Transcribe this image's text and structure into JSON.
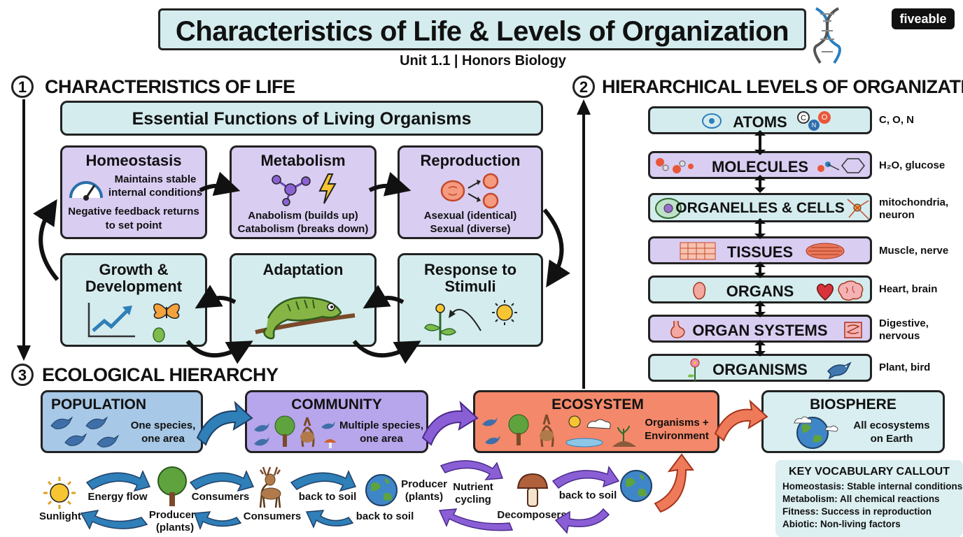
{
  "header": {
    "title": "Characteristics of Life & Levels of Organization",
    "subtitle": "Unit 1.1 | Honors Biology",
    "brand": "fiveable"
  },
  "section1": {
    "number": "1",
    "heading": "CHARACTERISTICS OF LIFE",
    "banner": "Essential Functions of Living Organisms",
    "cards": {
      "homeostasis": {
        "title": "Homeostasis",
        "line1": "Maintains stable",
        "line2": "internal conditions",
        "line3": "Negative feedback returns",
        "line4": "to set point"
      },
      "metabolism": {
        "title": "Metabolism",
        "line1": "Anabolism (builds up)",
        "line2": "Catabolism (breaks down)"
      },
      "reproduction": {
        "title": "Reproduction",
        "line1": "Asexual (identical)",
        "line2": "Sexual (diverse)"
      },
      "growth": {
        "title1": "Growth &",
        "title2": "Development"
      },
      "adaptation": {
        "title": "Adaptation"
      },
      "response": {
        "title1": "Response to",
        "title2": "Stimuli"
      }
    }
  },
  "section2": {
    "number": "2",
    "heading": "HIERARCHICAL LEVELS OF ORGANIZATION",
    "levels": [
      {
        "label": "ATOMS",
        "example": "C, O, N"
      },
      {
        "label": "MOLECULES",
        "example": "H₂O, glucose"
      },
      {
        "label": "ORGANELLES & CELLS",
        "example": "mitochondria, neuron"
      },
      {
        "label": "TISSUES",
        "example": "Muscle, nerve"
      },
      {
        "label": "ORGANS",
        "example": "Heart, brain"
      },
      {
        "label": "ORGAN SYSTEMS",
        "example": "Digestive, nervous"
      },
      {
        "label": "ORGANISMS",
        "example": "Plant, bird"
      }
    ],
    "atom_letters": {
      "c": "C",
      "o": "O",
      "n": "N"
    }
  },
  "section3": {
    "number": "3",
    "heading": "ECOLOGICAL HIERARCHY",
    "boxes": {
      "population": {
        "title": "POPULATION",
        "line1": "One species,",
        "line2": "one area"
      },
      "community": {
        "title": "COMMUNITY",
        "line1": "Multiple species,",
        "line2": "one area"
      },
      "ecosystem": {
        "title": "ECOSYSTEM",
        "line1": "Organisms +",
        "line2": "Environment"
      },
      "biosphere": {
        "title": "BIOSPHERE",
        "line1": "All ecosystems",
        "line2": "on Earth"
      }
    },
    "energy_cycle": {
      "sunlight": "Sunlight",
      "energy_flow": "Energy flow",
      "producers": "Producers (plants)",
      "consumers_top": "Consumers",
      "consumers_bottom": "Consumers",
      "back_to_soil_top": "back to soil",
      "back_to_soil_bottom": "back to soil"
    },
    "nutrient_cycle": {
      "producer": "Producer (plants)",
      "nutrient_cycling": "Nutrient cycling",
      "decomposers": "Decomposers",
      "back_to_soil": "back to soil"
    }
  },
  "vocab": {
    "title": "KEY VOCABULARY CALLOUT",
    "items": [
      "Homeostasis: Stable internal conditions",
      "Metabolism: All chemical reactions",
      "Fitness: Success in reproduction",
      "Abiotic: Non-living factors"
    ]
  },
  "colors": {
    "teal": "#d4ecee",
    "purple": "#d9cdf2",
    "population_blue": "#a7c8e6",
    "community_violet": "#b7a6ec",
    "ecosystem_coral": "#f4886a",
    "arrow_blue": "#2f7fb8",
    "arrow_purple": "#8a5fd6",
    "arrow_coral": "#ee7a5a"
  }
}
